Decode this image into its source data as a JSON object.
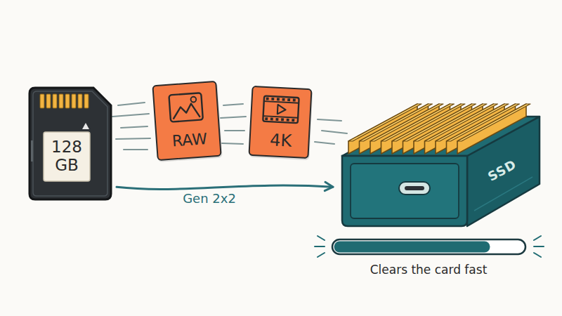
{
  "diagram": {
    "nodes": [
      {
        "text": [
          "128 GB"
        ]
      },
      {
        "text": [
          "RAW"
        ]
      },
      {
        "text": [
          "4K"
        ]
      },
      {
        "text": [
          "SSD"
        ]
      }
    ],
    "edges": [
      {
        "from": 0,
        "to": 3,
        "label": "Gen 2x2",
        "arrow": "to"
      }
    ],
    "labels": [
      "Clears the card fast"
    ]
  }
}
